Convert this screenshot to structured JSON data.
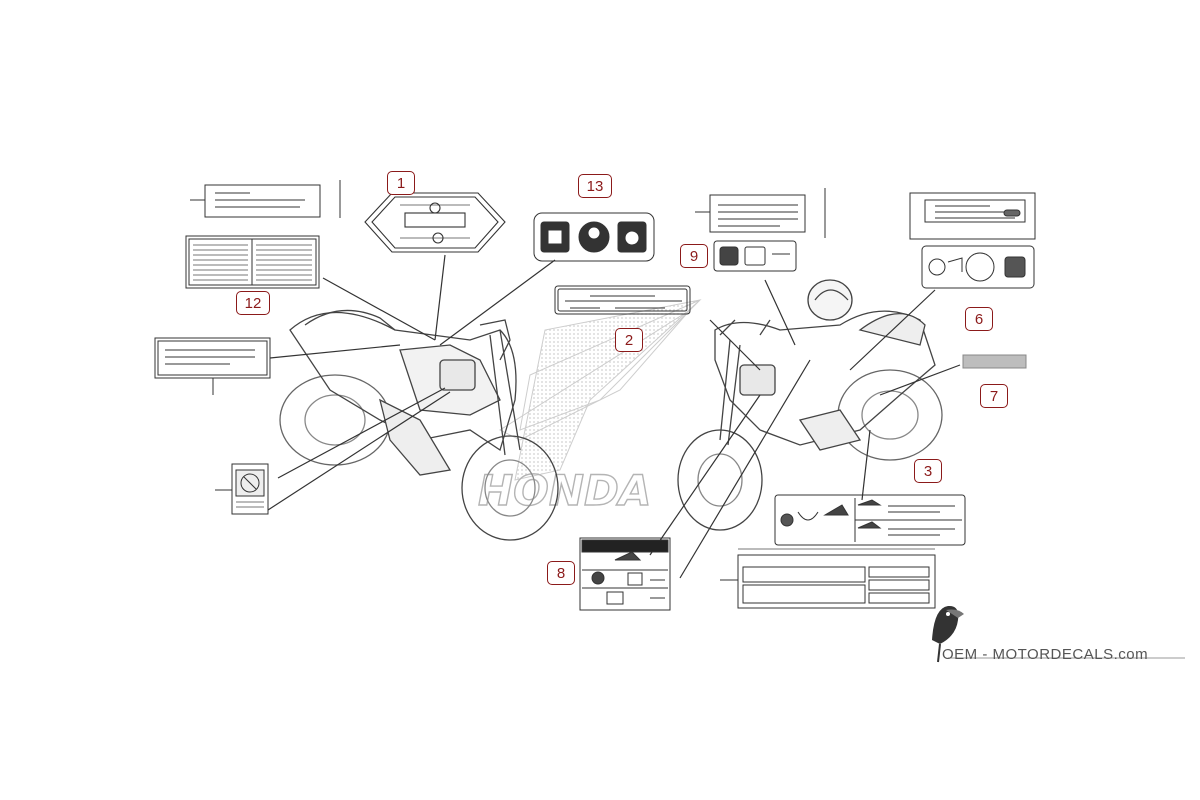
{
  "callouts": [
    {
      "id": "c1",
      "label": "1"
    },
    {
      "id": "c2",
      "label": "2"
    },
    {
      "id": "c3",
      "label": "3"
    },
    {
      "id": "c6",
      "label": "6"
    },
    {
      "id": "c7",
      "label": "7"
    },
    {
      "id": "c8",
      "label": "8"
    },
    {
      "id": "c9",
      "label": "9"
    },
    {
      "id": "c12",
      "label": "12"
    },
    {
      "id": "c13",
      "label": "13"
    }
  ],
  "brand": {
    "name": "HONDA"
  },
  "logo": {
    "text": "OEM - MOTORDECALS.com"
  },
  "colors": {
    "callout": "#8b1a1a",
    "line": "#333333",
    "watermark": "#d9d9d9"
  }
}
